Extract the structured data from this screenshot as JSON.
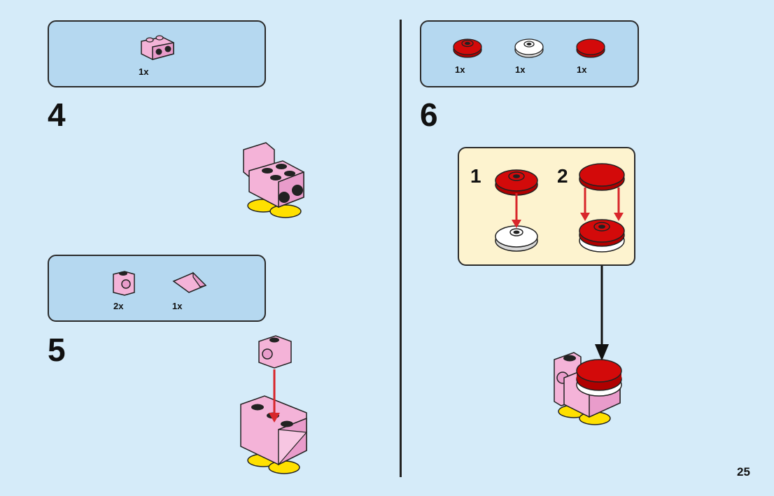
{
  "page": {
    "number": "25"
  },
  "steps": [
    {
      "number": "4",
      "parts": [
        {
          "qty": "1x",
          "icon": "pink-bracket-brick-icon"
        }
      ]
    },
    {
      "number": "5",
      "parts": [
        {
          "qty": "2x",
          "icon": "pink-brick-1x1-icon"
        },
        {
          "qty": "1x",
          "icon": "pink-slope-icon"
        }
      ]
    },
    {
      "number": "6",
      "parts": [
        {
          "qty": "1x",
          "icon": "red-round-plate-icon"
        },
        {
          "qty": "1x",
          "icon": "white-round-plate-icon"
        },
        {
          "qty": "1x",
          "icon": "red-round-tile-icon"
        }
      ],
      "substeps": [
        {
          "number": "1"
        },
        {
          "number": "2"
        }
      ]
    }
  ],
  "colors": {
    "background": "#d5ebf9",
    "parts_box": "#b5d8f0",
    "substep_box": "#fdf3cf",
    "pink": "#f4b3d8",
    "red": "#d30a0a",
    "yellow": "#ffe000",
    "arrow": "#d8262b"
  }
}
